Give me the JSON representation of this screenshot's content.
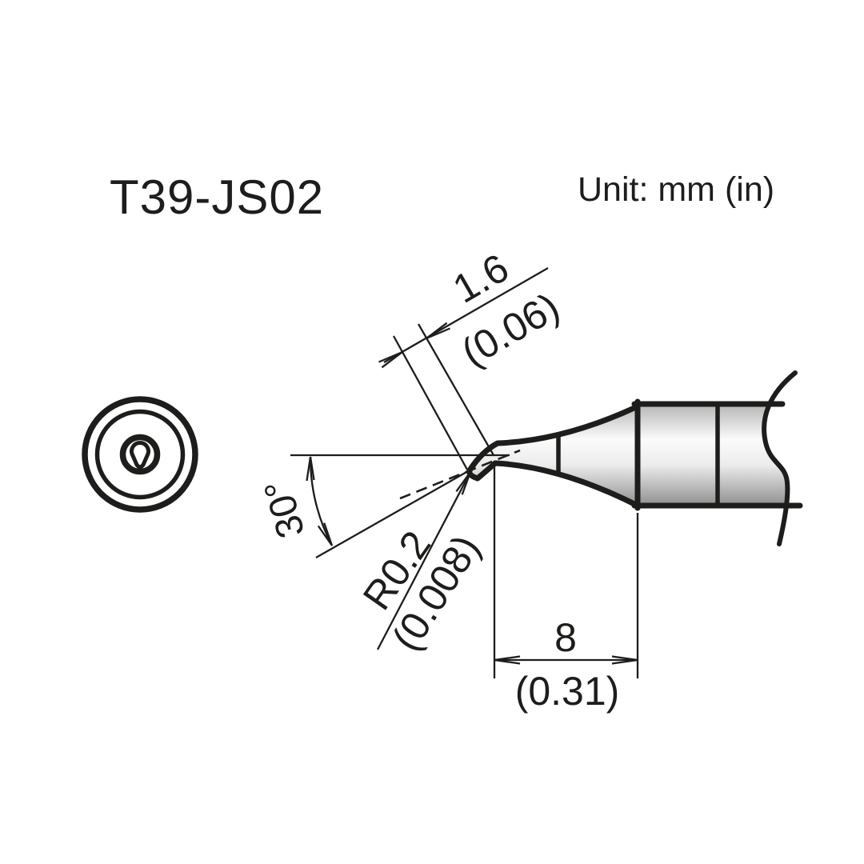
{
  "title": "T39-JS02",
  "unit_label": "Unit: mm (in)",
  "colors": {
    "ink": "#1d1d1b",
    "background": "#ffffff"
  },
  "annotations": {
    "tip_width_mm": "1.6",
    "tip_width_in": "(0.06)",
    "bend_angle": "30°",
    "tip_radius_mm": "R0.2",
    "tip_radius_in": "(0.008)",
    "tip_length_mm": "8",
    "tip_length_in": "(0.31)"
  }
}
